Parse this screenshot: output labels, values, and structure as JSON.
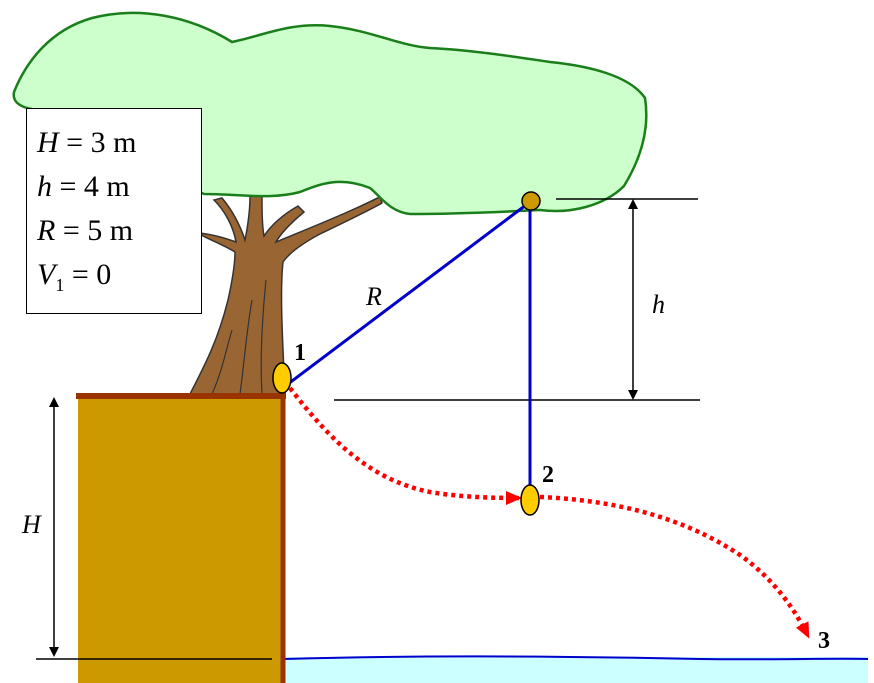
{
  "given": [
    {
      "symbol": "H",
      "sub": "",
      "rest": " = 3 m"
    },
    {
      "symbol": "h",
      "sub": "",
      "rest": " = 4 m"
    },
    {
      "symbol": "R",
      "sub": "",
      "rest": " = 5 m"
    },
    {
      "symbol": "V",
      "sub": "1",
      "rest": " = 0"
    }
  ],
  "labels": {
    "rope_length": "R",
    "drop_height": "h",
    "cliff_height": "H",
    "point_1": "1",
    "point_2": "2",
    "point_3": "3"
  },
  "colors": {
    "foliage_fill": "#ccffcc",
    "foliage_stroke": "#1a7f1a",
    "trunk": "#996633",
    "cliff_fill": "#cc9900",
    "cliff_edge": "#993300",
    "rope": "#0000cc",
    "trajectory": "#ff0000",
    "pivot": "#cc9900",
    "ball": "#ffcc00",
    "water": "#ccffff",
    "water_line": "#0000cc"
  }
}
